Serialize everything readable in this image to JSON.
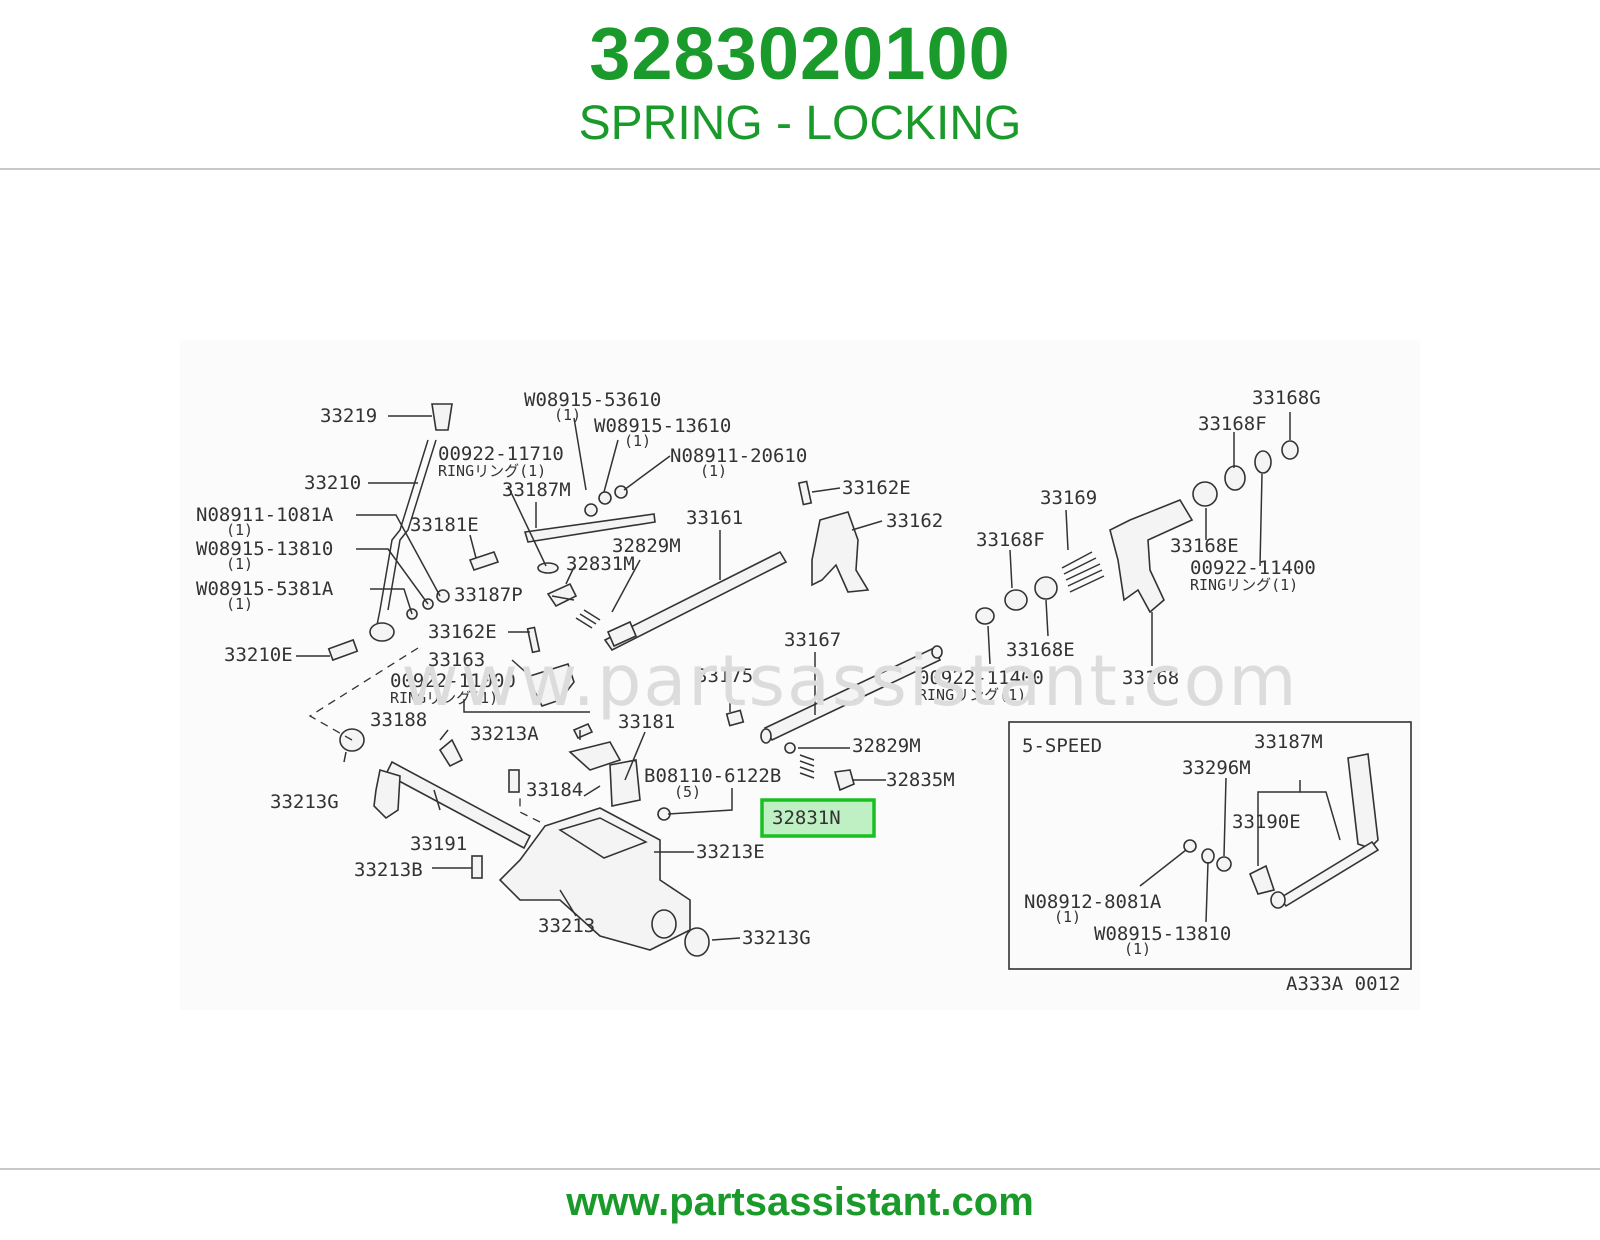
{
  "header": {
    "part_number": "3283020100",
    "part_name": "SPRING - LOCKING"
  },
  "diagram": {
    "watermark": "www.partsassistant.com",
    "highlighted_part": "32831N",
    "inset_title": "5-SPEED",
    "drawing_code": "A333A 0012",
    "labels": {
      "l33219": "33219",
      "l33210": "33210",
      "l08911_1081a": "N08911-1081A",
      "l08911_1081a_q": "(1)",
      "l08915_13810": "W08915-13810",
      "l08915_13810_q": "(1)",
      "l08915_5381a": "W08915-5381A",
      "l08915_5381a_q": "(1)",
      "l33210e": "33210E",
      "l08915_53610": "W08915-53610",
      "l08915_53610_q": "(1)",
      "l08915_13610": "W08915-13610",
      "l08915_13610_q": "(1)",
      "l08911_20610": "N08911-20610",
      "l08911_20610_q": "(1)",
      "l00922_11710": "00922-11710",
      "l00922_11710_ring": "RINGリング(1)",
      "l33187m": "33187M",
      "l33181e": "33181E",
      "l32831m": "32831M",
      "l33187p": "33187P",
      "l32829m_top": "32829M",
      "l33161": "33161",
      "l33162e_top": "33162E",
      "l33162": "33162",
      "l33162e": "33162E",
      "l33163": "33163",
      "l00922_11000": "00922-11000",
      "l00922_11000_ring": "RINGリング(1)",
      "l33188": "33188",
      "l33213a": "33213A",
      "l33181": "33181",
      "l33175": "33175",
      "l33167": "33167",
      "l32829m": "32829M",
      "l32835m": "32835M",
      "l08110_6122b": "B08110-6122B",
      "l08110_6122b_q": "(5)",
      "l33184": "33184",
      "l33213g_left": "33213G",
      "l33191": "33191",
      "l33213b": "33213B",
      "l33213e": "33213E",
      "l33213": "33213",
      "l33213g": "33213G",
      "l33169": "33169",
      "l33168f_mid": "33168F",
      "l33168e_mid": "33168E",
      "l00922_11400_mid": "00922-11400",
      "l00922_11400_mid_ring": "RINGリング(1)",
      "l33168": "33168",
      "l33168g": "33168G",
      "l33168f": "33168F",
      "l33168e": "33168E",
      "l00922_11400": "00922-11400",
      "l00922_11400_ring": "RINGリング(1)",
      "i33187m": "33187M",
      "i33296m": "33296M",
      "i33190e": "33190E",
      "i08912_8081a": "N08912-8081A",
      "i08912_8081a_q": "(1)",
      "i08915_13810": "W08915-13810",
      "i08915_13810_q": "(1)"
    }
  },
  "footer": {
    "url": "www.partsassistant.com"
  },
  "colors": {
    "brand": "#1a9a2a",
    "highlight_border": "#19c020",
    "highlight_fill": "#bff0c4"
  }
}
